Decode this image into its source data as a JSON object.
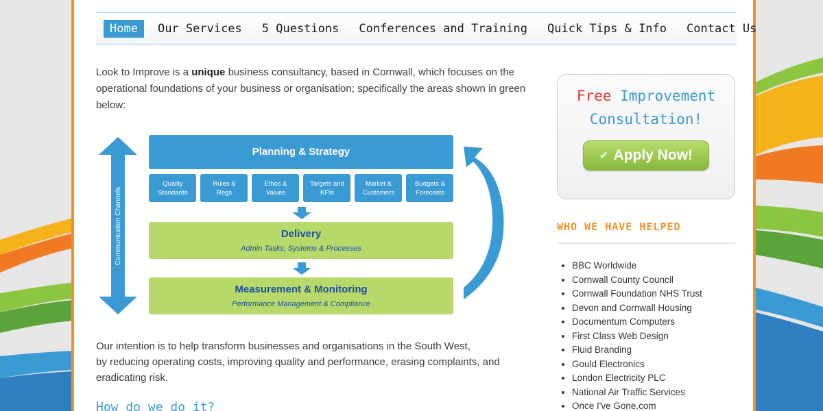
{
  "nav": {
    "items": [
      {
        "label": "Home",
        "active": true
      },
      {
        "label": "Our Services"
      },
      {
        "label": "5 Questions"
      },
      {
        "label": "Conferences and Training"
      },
      {
        "label": "Quick Tips & Info"
      },
      {
        "label": "Contact Us"
      }
    ]
  },
  "intro": {
    "part1": "Look to Improve is a ",
    "emphasis": "unique",
    "part2": " business consultancy, based in Cornwall, which focuses on the operational foundations of your business or organisation; specifically the areas shown in green below:"
  },
  "diagram": {
    "side_label": "Communication Channels",
    "planning": "Planning & Strategy",
    "sub_boxes": [
      [
        "Quality",
        "Standards"
      ],
      [
        "Rules &",
        "Regs"
      ],
      [
        "Ethos &",
        "Values"
      ],
      [
        "Targets and",
        "KPIs"
      ],
      [
        "Market &",
        "Customers"
      ],
      [
        "Budgets &",
        "Forecasts"
      ]
    ],
    "delivery": "Delivery",
    "delivery_sub": "Admin Tasks, Systems & Processes",
    "measurement": "Measurement & Monitoring",
    "measurement_sub": "Performance Management & Compliance"
  },
  "outro": {
    "line1": "Our intention is to help transform businesses and organisations in the South West,",
    "line2": "by reducing operating costs, improving quality and performance, erasing complaints, and eradicating risk."
  },
  "subhead": "How do we do it?",
  "consult": {
    "free": "Free",
    "title_rest": "Improvement",
    "title_line2": "Consultation!",
    "button": "Apply Now!",
    "button_icon": "checkmark-icon"
  },
  "who": {
    "title": "WHO WE HAVE HELPED",
    "clients": [
      "BBC Worldwide",
      "Cornwall County Council",
      "Cornwall Foundation NHS Trust",
      "Devon and Cornwall Housing",
      "Documentum Computers",
      "First Class Web Design",
      "Fluid Branding",
      "Gould Electronics",
      "London Electricity PLC",
      "National Air Traffic Services",
      "Once I've Gone.com"
    ]
  },
  "colors": {
    "accent_blue": "#3a9ad4",
    "accent_orange": "#f0922a",
    "green": "#b6d96a",
    "free_red": "#e5352a"
  }
}
